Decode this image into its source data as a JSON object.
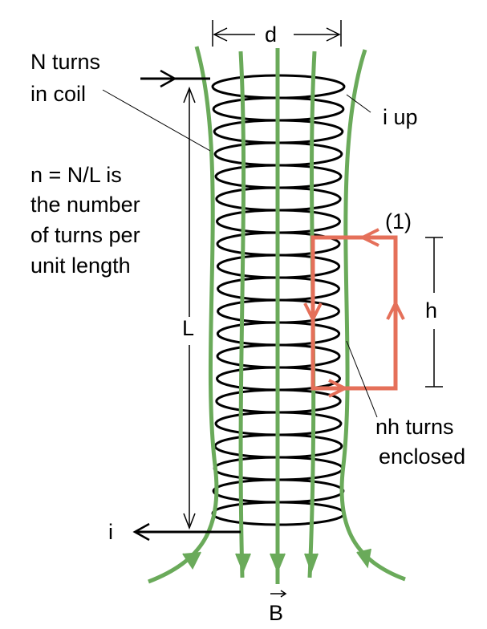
{
  "labels": {
    "d": "d",
    "n_turns_line1": "N turns",
    "n_turns_line2": "in coil",
    "i_up": "i up",
    "n_def_line1": "n = N/L is",
    "n_def_line2": "the number",
    "n_def_line3": "of turns per",
    "n_def_line4": "unit length",
    "loop_number": "(1)",
    "h": "h",
    "L": "L",
    "nh_line1": "nh turns",
    "nh_line2": "enclosed",
    "i_in": "i",
    "B": "B"
  },
  "colors": {
    "field_lines": "#6aaa5a",
    "amperian_loop": "#e5705a",
    "coil": "#000000",
    "text": "#000000"
  }
}
